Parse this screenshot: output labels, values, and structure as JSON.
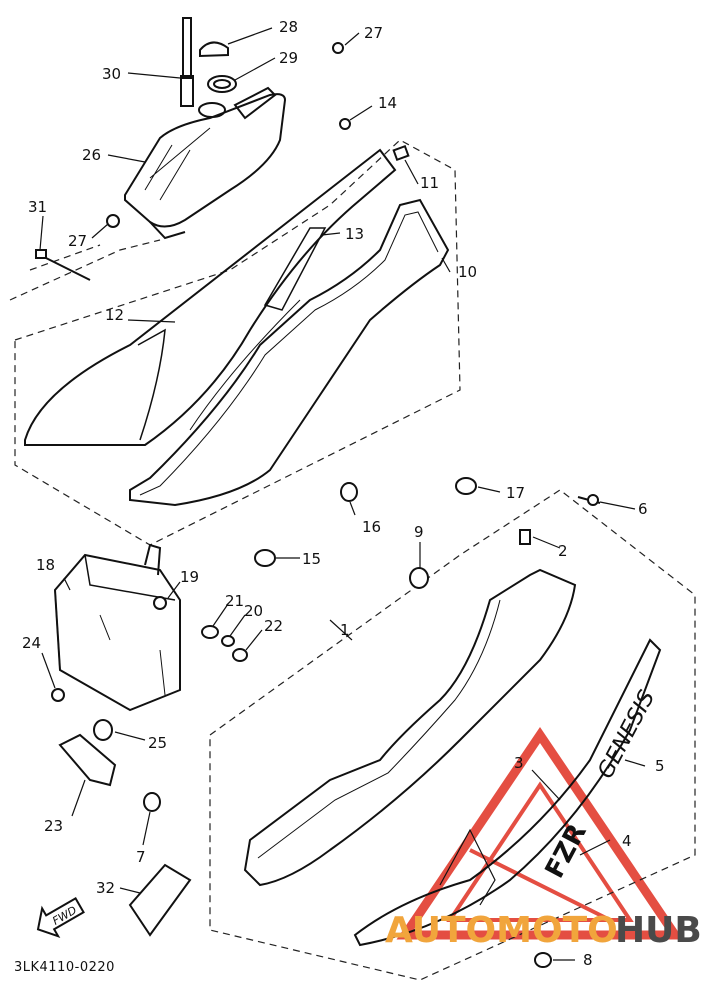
{
  "diagram": {
    "parts": [
      {
        "number": "1"
      },
      {
        "number": "2"
      },
      {
        "number": "3"
      },
      {
        "number": "4"
      },
      {
        "number": "5"
      },
      {
        "number": "6"
      },
      {
        "number": "7"
      },
      {
        "number": "8"
      },
      {
        "number": "9"
      },
      {
        "number": "10"
      },
      {
        "number": "11"
      },
      {
        "number": "12"
      },
      {
        "number": "13"
      },
      {
        "number": "14"
      },
      {
        "number": "15"
      },
      {
        "number": "16"
      },
      {
        "number": "17"
      },
      {
        "number": "18"
      },
      {
        "number": "19"
      },
      {
        "number": "20"
      },
      {
        "number": "21"
      },
      {
        "number": "22"
      },
      {
        "number": "23"
      },
      {
        "number": "24"
      },
      {
        "number": "25"
      },
      {
        "number": "26"
      },
      {
        "number": "27a",
        "label": "27"
      },
      {
        "number": "27b",
        "label": "27"
      },
      {
        "number": "28"
      },
      {
        "number": "29"
      },
      {
        "number": "30"
      },
      {
        "number": "31"
      },
      {
        "number": "32"
      }
    ],
    "decal_text": "GENESIS",
    "decal_text_small": "FZR",
    "fwd_label": "FWD",
    "drawing_code": "3LK4110-0220"
  },
  "watermark": {
    "left": "AUTOMOTO",
    "right": "HUB",
    "color_accent": "#e23b2e",
    "color_text_orange": "#f1a53c",
    "color_text_gray": "#4a4a4a"
  }
}
